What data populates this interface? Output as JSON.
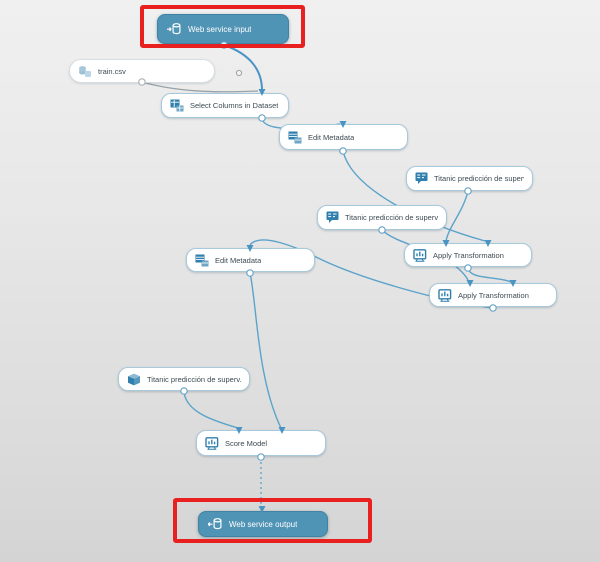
{
  "app": "experiment-canvas",
  "nodes": {
    "web_service_input": {
      "label": "Web service input"
    },
    "train_csv": {
      "label": "train.csv"
    },
    "select_columns": {
      "label": "Select Columns in Dataset"
    },
    "edit_metadata_1": {
      "label": "Edit Metadata"
    },
    "titanic_1": {
      "label": "Titanic predicción de superv..."
    },
    "titanic_2": {
      "label": "Titanic predicción de superv..."
    },
    "apply_transformation_1": {
      "label": "Apply Transformation"
    },
    "apply_transformation_2": {
      "label": "Apply Transformation"
    },
    "edit_metadata_2": {
      "label": "Edit Metadata"
    },
    "titanic_3": {
      "label": "Titanic predicción de superv..."
    },
    "score_model": {
      "label": "Score Model"
    },
    "web_service_output": {
      "label": "Web service output"
    }
  },
  "colors": {
    "web_service_node": "#4f93b5",
    "module_border": "#a8c8db",
    "wire_blue": "#5ba3c9",
    "wire_dark_blue": "#4a94c4",
    "wire_gray": "#99a3a8",
    "icon_blue": "#2e7fad",
    "highlight_red": "#e8201f"
  },
  "icons": [
    "web-service-input-icon",
    "dataset-icon",
    "table-columns-icon",
    "metadata-icon",
    "transformation-icon",
    "monitor-chart-icon",
    "cube-model-icon",
    "web-service-output-icon"
  ]
}
